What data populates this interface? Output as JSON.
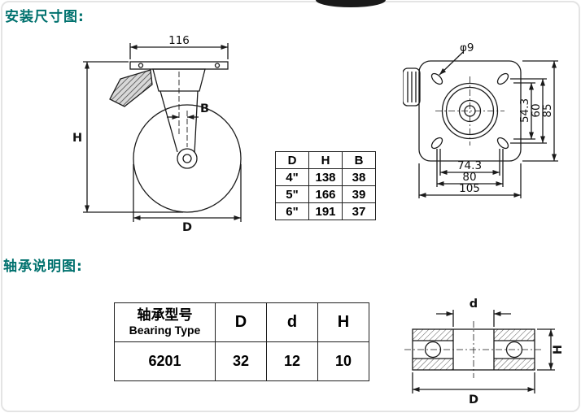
{
  "page": {
    "section1_title": "安装尺寸图:",
    "section2_title": "轴承说明图:",
    "colors": {
      "heading": "#00716e",
      "line": "#1a1a1a",
      "background": "#ffffff"
    }
  },
  "caster_drawing": {
    "plate_width": "116",
    "offset_label": "B",
    "height_label": "H",
    "diameter_label": "D"
  },
  "plate_drawing": {
    "hole_diameter": "φ9",
    "vertical_dims": [
      "54.3",
      "60",
      "85"
    ],
    "horizontal_dims": [
      "74.3",
      "80",
      "105"
    ]
  },
  "size_table": {
    "headers": [
      "D",
      "H",
      "B"
    ],
    "rows": [
      [
        "4\"",
        "138",
        "38"
      ],
      [
        "5\"",
        "166",
        "39"
      ],
      [
        "6\"",
        "191",
        "37"
      ]
    ]
  },
  "bearing_table": {
    "type_header_cn": "轴承型号",
    "type_header_en": "Bearing Type",
    "dim_headers": [
      "D",
      "d",
      "H"
    ],
    "values": [
      "6201",
      "32",
      "12",
      "10"
    ]
  },
  "bearing_drawing": {
    "bore_label": "d",
    "height_label": "H",
    "outer_label": "D"
  }
}
